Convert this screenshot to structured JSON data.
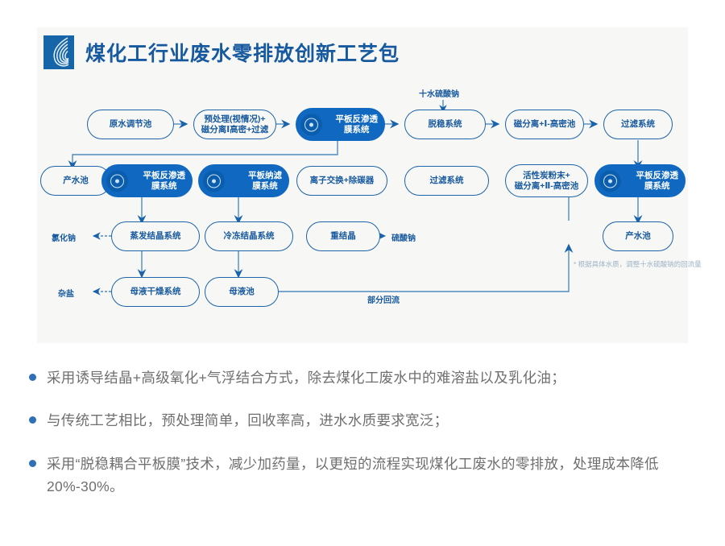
{
  "header": {
    "title": "煤化工行业废水零排放创新工艺包",
    "logo_icon": "water-drop-rings-logo",
    "brand_color": "#17599e",
    "fill_color": "#1068c0"
  },
  "diagram": {
    "nodes": [
      {
        "id": "n1",
        "label": "原水调节池",
        "style": "outline"
      },
      {
        "id": "n2",
        "label": "预处理(视情况)+\n磁分离Ⅰ高密+过滤",
        "style": "outline"
      },
      {
        "id": "n3",
        "label": "平板反渗透\n膜系统",
        "style": "filled"
      },
      {
        "id": "n4",
        "label": "脱稳系统",
        "style": "outline"
      },
      {
        "id": "n5",
        "label": "磁分离+Ⅰ-高密池",
        "style": "outline"
      },
      {
        "id": "n6",
        "label": "过滤系统",
        "style": "outline"
      },
      {
        "id": "n7",
        "label": "产水池",
        "style": "outline"
      },
      {
        "id": "n8",
        "label": "平板反渗透\n膜系统",
        "style": "filled"
      },
      {
        "id": "n9",
        "label": "平板纳滤\n膜系统",
        "style": "filled"
      },
      {
        "id": "n10",
        "label": "离子交换+除碳器",
        "style": "outline"
      },
      {
        "id": "n11",
        "label": "过滤系统",
        "style": "outline"
      },
      {
        "id": "n12",
        "label": "活性炭粉末+\n磁分离+Ⅱ-高密池",
        "style": "outline"
      },
      {
        "id": "n13",
        "label": "平板反渗透\n膜系统",
        "style": "filled"
      },
      {
        "id": "n14",
        "label": "蒸发结晶系统",
        "style": "outline"
      },
      {
        "id": "n15",
        "label": "冷冻结晶系统",
        "style": "outline"
      },
      {
        "id": "n16",
        "label": "重结晶",
        "style": "outline"
      },
      {
        "id": "n17",
        "label": "产水池",
        "style": "outline"
      },
      {
        "id": "n18",
        "label": "母液干燥系统",
        "style": "outline"
      },
      {
        "id": "n19",
        "label": "母液池",
        "style": "outline"
      }
    ],
    "labels": {
      "decahydrate": "十水硫酸钠",
      "sodium_chloride": "氯化钠",
      "sodium_sulfate": "硫酸钠",
      "mixed_salt": "杂盐",
      "partial_return": "部分回流"
    },
    "footnote": "* 根据具体水质，调整十水硫酸钠的回流量"
  },
  "bullets": [
    "采用诱导结晶+高级氧化+气浮结合方式，除去煤化工废水中的难溶盐以及乳化油；",
    "与传统工艺相比，预处理简单，回收率高，进水水质要求宽泛；",
    "采用“脱稳耦合平板膜”技术，减少加药量，以更短的流程实现煤化工废水的零排放，处理成本降低20%-30%。"
  ]
}
